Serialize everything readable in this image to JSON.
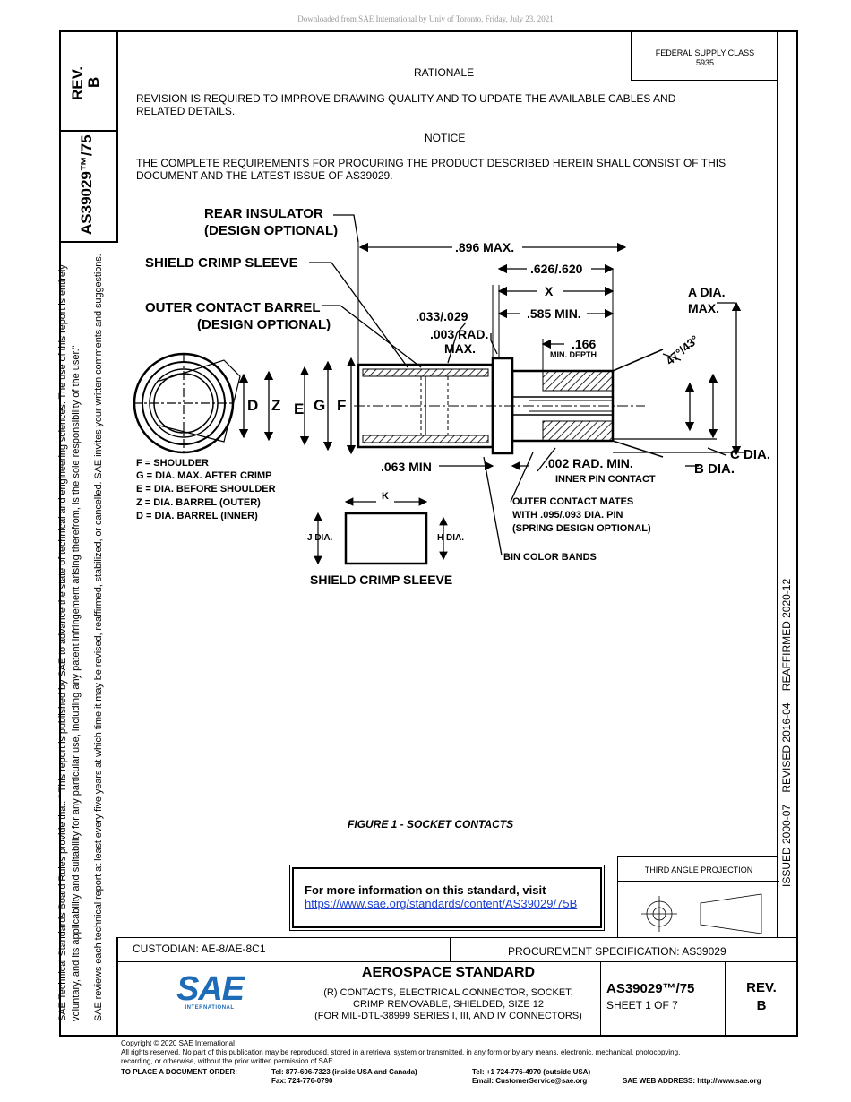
{
  "header": {
    "download_note": "Downloaded from SAE International by Univ of Toronto, Friday, July 23, 2021"
  },
  "left_strip": {
    "rev_label": "REV.",
    "rev_value": "B",
    "doc_number": "AS39029™/75",
    "disclaimer_1": "SAE Technical Standards Board Rules provide that: \" This report is published by SAE to advance the state of technical and engineering sciences. The use of this report is entirely",
    "disclaimer_2": "voluntary, and its applicability and suitability for any particular use, including any patent infringement arising therefrom, is the sole responsibility of the user.\"",
    "disclaimer_3": "SAE reviews each technical report at least every five years at which time it may be revised, reaffirmed, stabilized, or cancelled. SAE invites your written comments and suggestions."
  },
  "right_strip": {
    "dates": "ISSUED 2000-07    REVISED 2016-04    REAFFIRMED 2020-12"
  },
  "supply_class": {
    "line1": "FEDERAL SUPPLY CLASS",
    "line2": "5935"
  },
  "rationale": {
    "title": "RATIONALE",
    "text": "REVISION IS REQUIRED TO IMPROVE DRAWING QUALITY AND TO UPDATE THE AVAILABLE CABLES AND RELATED DETAILS."
  },
  "notice": {
    "title": "NOTICE",
    "text": "THE COMPLETE REQUIREMENTS FOR PROCURING THE PRODUCT DESCRIBED HEREIN SHALL CONSIST OF THIS DOCUMENT AND THE LATEST ISSUE OF AS39029."
  },
  "drawing": {
    "rear_insulator_1": "REAR INSULATOR",
    "rear_insulator_2": "(DESIGN OPTIONAL)",
    "shield_crimp_sleeve": "SHIELD CRIMP SLEEVE",
    "outer_barrel_1": "OUTER CONTACT BARREL",
    "outer_barrel_2": "(DESIGN OPTIONAL)",
    "dim_896": ".896 MAX.",
    "dim_626": ".626/.620",
    "dim_x": "X",
    "dim_585": ".585 MIN.",
    "dim_033": ".033/.029",
    "dim_003_1": ".003 RAD.",
    "dim_003_2": "MAX.",
    "dim_166": ".166",
    "min_depth": "MIN. DEPTH",
    "angle": "47°/43°",
    "a_dia_1": "A DIA.",
    "a_dia_2": "MAX.",
    "lbl_d": "D",
    "lbl_z": "Z",
    "lbl_e": "E",
    "lbl_g": "G",
    "lbl_f": "F",
    "c_dia": "C DIA.",
    "b_dia": "B DIA.",
    "dim_063": ".063 MIN",
    "dim_002": ".002 RAD. MIN.",
    "inner_pin": "INNER PIN CONTACT",
    "legend": [
      "F = SHOULDER",
      "G = DIA. MAX. AFTER CRIMP",
      "E = DIA. BEFORE SHOULDER",
      "Z = DIA. BARREL (OUTER)",
      "D = DIA. BARREL (INNER)"
    ],
    "lbl_k": "K",
    "j_dia": "J DIA.",
    "h_dia": "H DIA.",
    "mates_1": "OUTER CONTACT MATES",
    "mates_2": "WITH .095/.093 DIA. PIN",
    "mates_3": "(SPRING DESIGN OPTIONAL)",
    "bin_bands": "BIN COLOR BANDS",
    "sleeve_title": "SHIELD CRIMP SLEEVE"
  },
  "figure_caption": "FIGURE 1 - SOCKET CONTACTS",
  "info_box": {
    "text": "For more information on this standard, visit",
    "link": "https://www.sae.org/standards/content/AS39029/75B"
  },
  "projection": {
    "label": "THIRD ANGLE PROJECTION"
  },
  "title_block": {
    "custodian": "CUSTODIAN: AE-8/AE-8C1",
    "procurement": "PROCUREMENT SPECIFICATION: AS39029",
    "logo_text": "SAE",
    "logo_sub": "INTERNATIONAL",
    "standard_type": "AEROSPACE STANDARD",
    "desc_1": "(R) CONTACTS, ELECTRICAL CONNECTOR, SOCKET,",
    "desc_2": "CRIMP REMOVABLE, SHIELDED, SIZE 12",
    "desc_3": "(FOR MIL-DTL-38999 SERIES I, III, AND IV CONNECTORS)",
    "doc_number": "AS39029™/75",
    "sheet": "SHEET 1 OF 7",
    "rev_label": "REV.",
    "rev_value": "B"
  },
  "footer": {
    "copyright": "Copyright © 2020 SAE International",
    "rights_1": "All rights reserved. No part of this publication may be reproduced, stored in a retrieval system or transmitted, in any form or by any means, electronic, mechanical, photocopying,",
    "rights_2": "recording, or otherwise, without the prior written permission of SAE.",
    "order_label": "TO PLACE A DOCUMENT ORDER:",
    "tel_us": "Tel: 877-606-7323 (inside USA and Canada)",
    "fax": "Fax: 724-776-0790",
    "tel_intl": "Tel: +1 724-776-4970 (outside USA)",
    "email": "Email: CustomerService@sae.org",
    "web": "SAE WEB ADDRESS: http://www.sae.org"
  }
}
